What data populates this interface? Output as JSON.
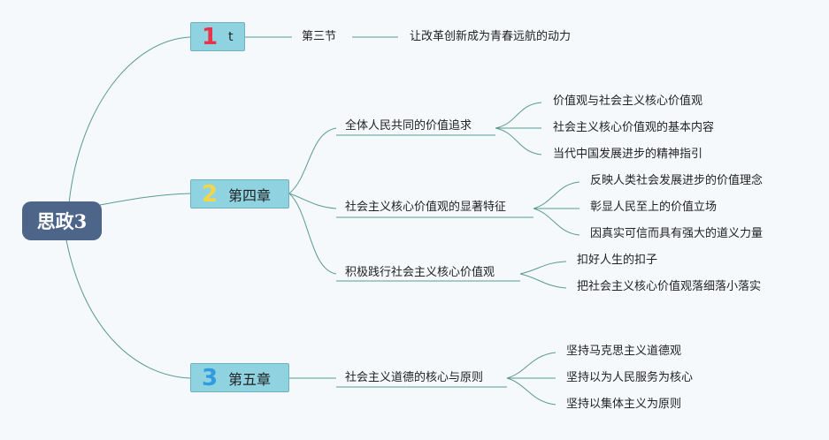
{
  "root": {
    "title": "思政3"
  },
  "colors": {
    "root_bg": "#4d6589",
    "chapter_bg": "#8fd3e0",
    "line": "#5a9a8f",
    "num1": "#e8334a",
    "num2": "#f3d54a",
    "num3": "#2f9be0"
  },
  "chapters": [
    {
      "number": "1",
      "label": "t",
      "sections": [
        {
          "label": "第三节",
          "children": [
            {
              "label": "让改革创新成为青春远航的动力"
            }
          ]
        }
      ]
    },
    {
      "number": "2",
      "label": "第四章",
      "sections": [
        {
          "label": "全体人民共同的价值追求",
          "children": [
            {
              "label": "价值观与社会主义核心价值观"
            },
            {
              "label": "社会主义核心价值观的基本内容"
            },
            {
              "label": "当代中国发展进步的精神指引"
            }
          ]
        },
        {
          "label": "社会主义核心价值观的显著特征",
          "children": [
            {
              "label": "反映人类社会发展进步的价值理念"
            },
            {
              "label": "彰显人民至上的价值立场"
            },
            {
              "label": "因真实可信而具有强大的道义力量"
            }
          ]
        },
        {
          "label": "积极践行社会主义核心价值观",
          "children": [
            {
              "label": "扣好人生的扣子"
            },
            {
              "label": "把社会主义核心价值观落细落小落实"
            }
          ]
        }
      ]
    },
    {
      "number": "3",
      "label": "第五章",
      "sections": [
        {
          "label": "社会主义道德的核心与原则",
          "children": [
            {
              "label": "坚持马克思主义道德观"
            },
            {
              "label": "坚持以为人民服务为核心"
            },
            {
              "label": "坚持以集体主义为原则"
            }
          ]
        }
      ]
    }
  ]
}
